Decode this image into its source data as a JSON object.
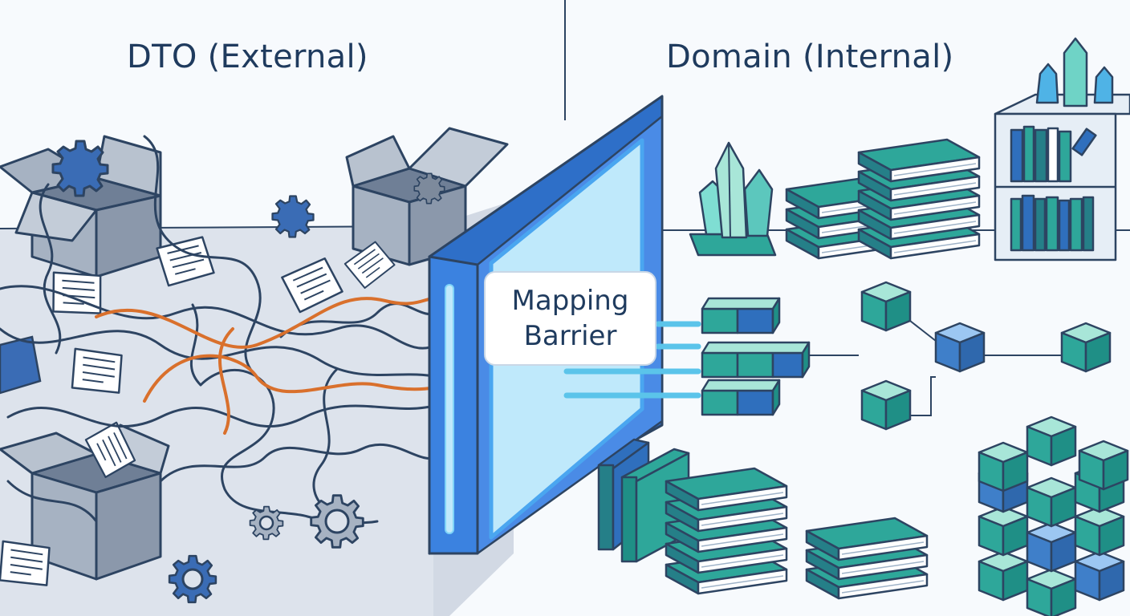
{
  "titles": {
    "left": "DTO (External)",
    "right": "Domain (Internal)"
  },
  "barrier": {
    "line1": "Mapping",
    "line2": "Barrier"
  },
  "colors": {
    "background": "#f7fafd",
    "floor": "#dde3ec",
    "outline": "#2d4462",
    "box_gray": "#8f9db0",
    "gear_blue": "#3a6cb5",
    "wire_orange": "#d9702c",
    "barrier_blue": "#3b82e0",
    "barrier_glow": "#bfe9fb",
    "teal": "#2ea79a",
    "mint": "#a8e6d8",
    "navy_blue": "#2f6fbd"
  },
  "icons": {
    "left_scene": [
      "open-cardboard-box-icon",
      "gear-icon",
      "paper-document-icon",
      "tangled-cable-icon"
    ],
    "right_scene": [
      "crystal-cluster-icon",
      "book-stack-icon",
      "bookshelf-icon",
      "cube-node-icon",
      "block-stack-icon"
    ]
  }
}
